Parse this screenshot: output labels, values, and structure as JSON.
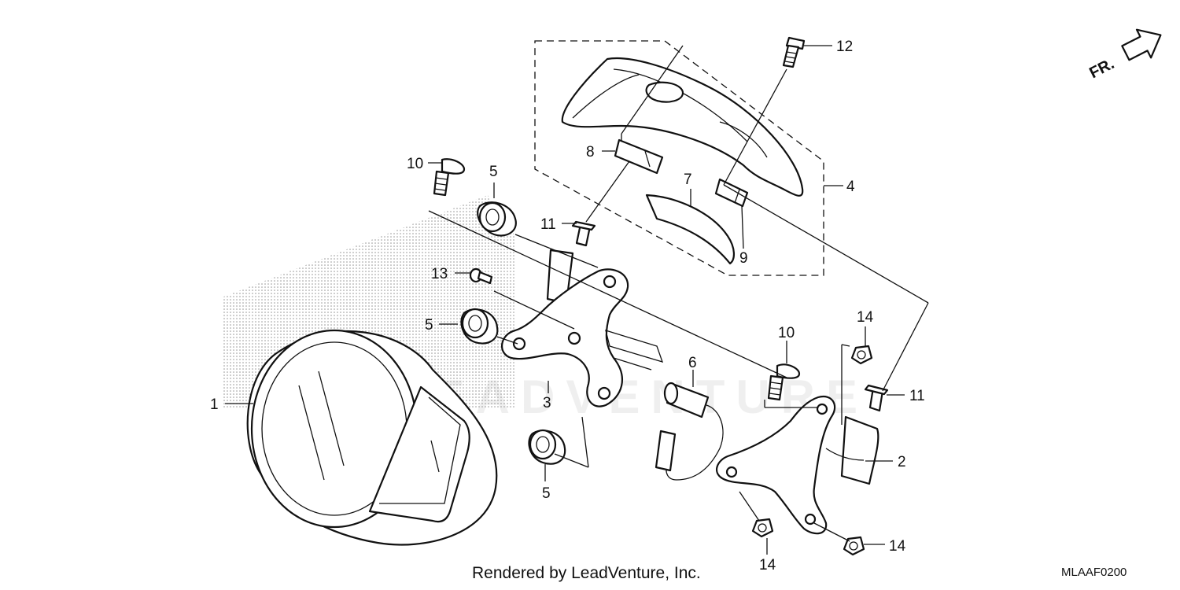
{
  "watermark": "LEADVENTURE",
  "direction_label": "FR.",
  "credit": "Rendered by LeadVenture, Inc.",
  "diagram_code": "MLAAF0200",
  "callouts": [
    {
      "id": "c1",
      "text": "1"
    },
    {
      "id": "c2",
      "text": "2"
    },
    {
      "id": "c3",
      "text": "3"
    },
    {
      "id": "c4",
      "text": "4"
    },
    {
      "id": "c5a",
      "text": "5"
    },
    {
      "id": "c5b",
      "text": "5"
    },
    {
      "id": "c5c",
      "text": "5"
    },
    {
      "id": "c6",
      "text": "6"
    },
    {
      "id": "c7",
      "text": "7"
    },
    {
      "id": "c8",
      "text": "8"
    },
    {
      "id": "c9",
      "text": "9"
    },
    {
      "id": "c10a",
      "text": "10"
    },
    {
      "id": "c10b",
      "text": "10"
    },
    {
      "id": "c11a",
      "text": "11"
    },
    {
      "id": "c11b",
      "text": "11"
    },
    {
      "id": "c12",
      "text": "12"
    },
    {
      "id": "c13",
      "text": "13"
    },
    {
      "id": "c14a",
      "text": "14"
    },
    {
      "id": "c14b",
      "text": "14"
    },
    {
      "id": "c14c",
      "text": "14"
    }
  ]
}
